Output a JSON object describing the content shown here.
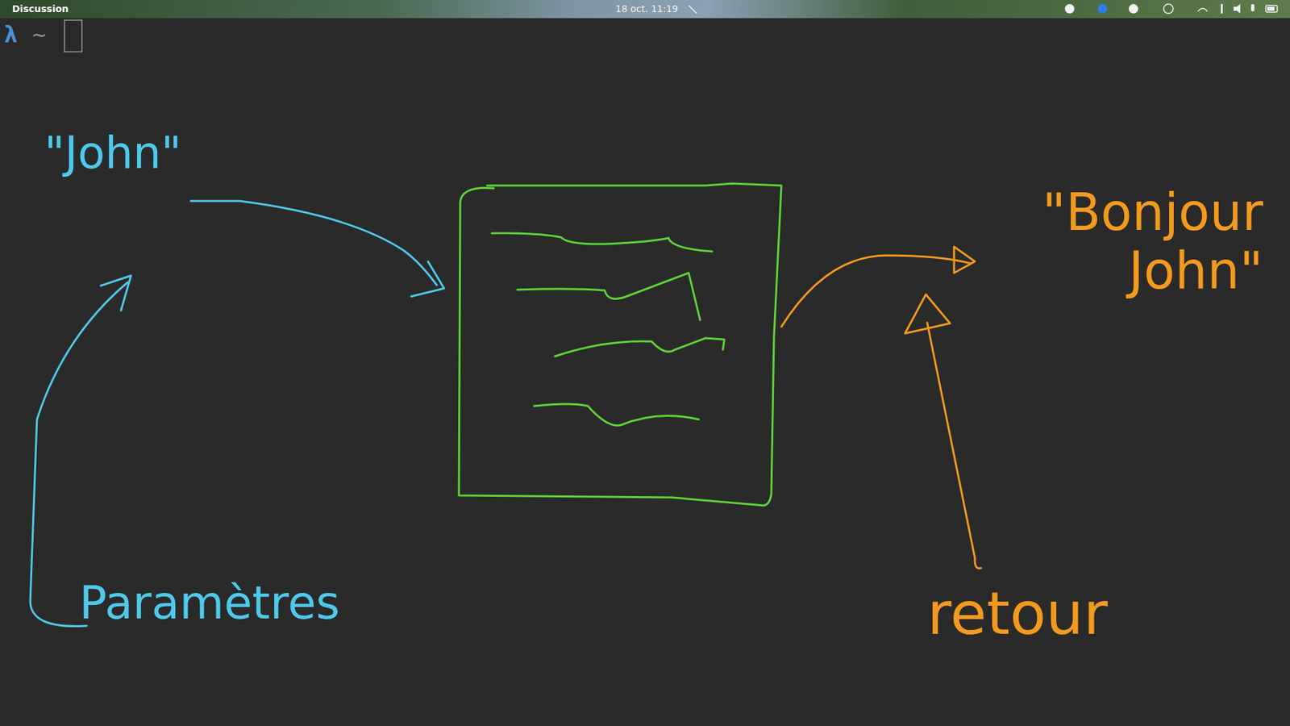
{
  "diagram": {
    "labels": [
      "Discussion",
      "18 oct. 11:19",
      "λ",
      "~",
      "\"John\"",
      "Paramètres",
      "\"Bonjour John\"",
      "retour"
    ]
  }
}
